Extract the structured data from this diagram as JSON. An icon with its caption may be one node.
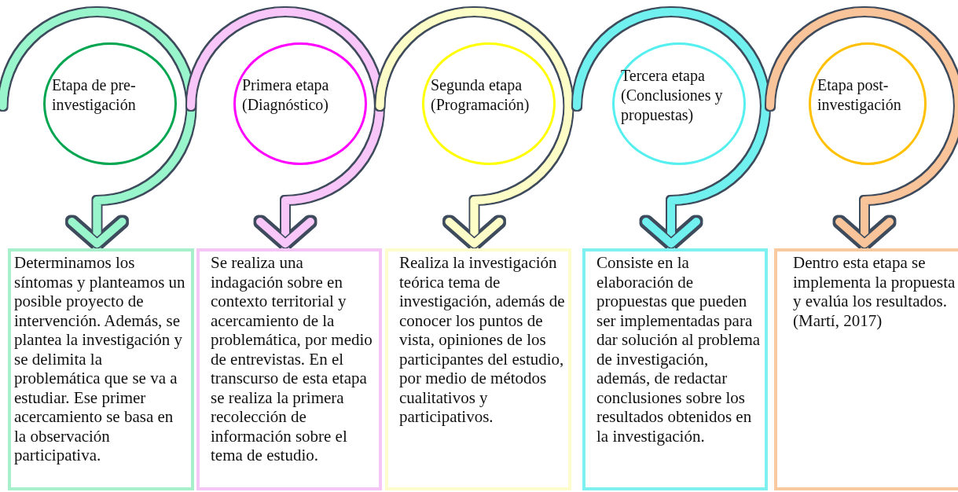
{
  "diagram": {
    "nodes": [
      {
        "text": [
          "Etapa de pre-investigación"
        ]
      },
      {
        "text": [
          "Primera etapa (Diagnóstico)"
        ]
      },
      {
        "text": [
          "Segunda etapa (Programación)"
        ]
      },
      {
        "text": [
          "Tercera etapa (Conclusiones y propuestas)"
        ]
      },
      {
        "text": [
          "Etapa post-investigación"
        ]
      },
      {
        "text": [
          "Determinamos los síntomas y planteamos un posible proyecto de intervención. Además, se plantea la investigación y se delimita la problemática que se va a estudiar. Ese primer acercamiento se basa en la observación participativa."
        ]
      },
      {
        "text": [
          "Se realiza una indagación sobre en contexto territorial y acercamiento de la problemática, por medio de entrevistas. En el transcurso de esta etapa se realiza la primera recolección de información sobre el tema de estudio."
        ]
      },
      {
        "text": [
          "Realiza la investigación teórica tema de investigación, además de conocer los puntos de vista, opiniones de los participantes del estudio, por medio de métodos cualitativos y participativos."
        ]
      },
      {
        "text": [
          "Consiste en la elaboración de propuestas que pueden ser implementadas para dar solución al problema de investigación, además, de redactar conclusiones sobre los resultados obtenidos en la investigación."
        ]
      },
      {
        "text": [
          "Dentro esta etapa se implementa la propuesta y evalúa los resultados.",
          "(Martí, 2017)"
        ]
      }
    ],
    "edges": [
      {
        "from": null,
        "to": 5,
        "arrow": "to",
        "color": "#99f5cc"
      },
      {
        "from": null,
        "to": 6,
        "arrow": "to",
        "color": "#f9c6f9"
      },
      {
        "from": null,
        "to": 7,
        "arrow": "to",
        "color": "#fdfdc8"
      },
      {
        "from": null,
        "to": 8,
        "arrow": "to",
        "color": "#6ff0ee"
      },
      {
        "from": null,
        "to": 9,
        "arrow": "to",
        "color": "#f9c49a"
      }
    ]
  }
}
